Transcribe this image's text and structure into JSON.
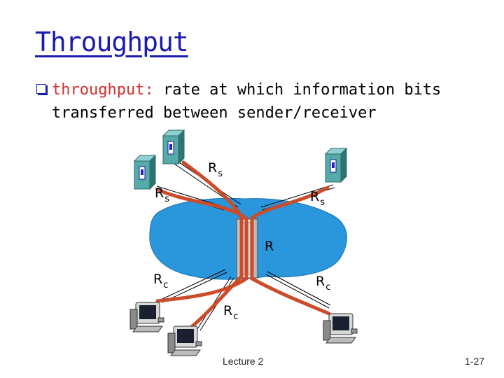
{
  "slide": {
    "title": "Throughput",
    "bullet": {
      "term": "throughput:",
      "text1": " rate at which information bits",
      "text2": "transferred between sender/receiver"
    }
  },
  "diagram": {
    "labels": {
      "rs_top": {
        "main": "R",
        "sub": "s"
      },
      "rs_left": {
        "main": "R",
        "sub": "s"
      },
      "rs_right": {
        "main": "R",
        "sub": "s"
      },
      "r_core": {
        "main": "R"
      },
      "rc_left": {
        "main": "R",
        "sub": "c"
      },
      "rc_right": {
        "main": "R",
        "sub": "c"
      },
      "rc_bottom": {
        "main": "R",
        "sub": "c"
      }
    },
    "colors": {
      "network": "#2a96dc",
      "path": "#cc4b2a",
      "server": "#4a9a9a"
    }
  },
  "footer": {
    "lecture": "Lecture 2",
    "page": "1-27"
  }
}
